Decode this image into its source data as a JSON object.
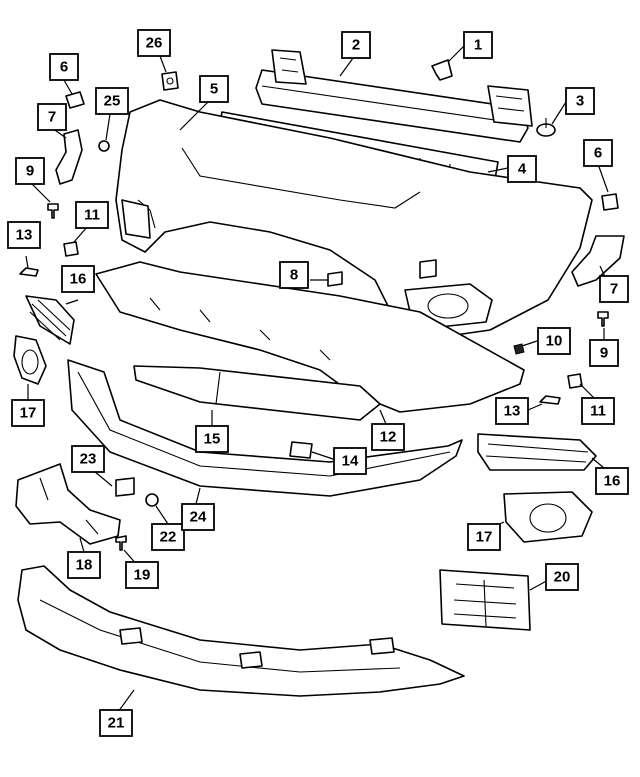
{
  "diagram": {
    "callouts": [
      {
        "number": "1"
      },
      {
        "number": "2"
      },
      {
        "number": "3"
      },
      {
        "number": "4"
      },
      {
        "number": "5"
      },
      {
        "number": "6"
      },
      {
        "number": "6"
      },
      {
        "number": "7"
      },
      {
        "number": "7"
      },
      {
        "number": "8"
      },
      {
        "number": "9"
      },
      {
        "number": "9"
      },
      {
        "number": "10"
      },
      {
        "number": "11"
      },
      {
        "number": "11"
      },
      {
        "number": "12"
      },
      {
        "number": "13"
      },
      {
        "number": "13"
      },
      {
        "number": "14"
      },
      {
        "number": "15"
      },
      {
        "number": "16"
      },
      {
        "number": "16"
      },
      {
        "number": "17"
      },
      {
        "number": "17"
      },
      {
        "number": "18"
      },
      {
        "number": "19"
      },
      {
        "number": "20"
      },
      {
        "number": "21"
      },
      {
        "number": "22"
      },
      {
        "number": "23"
      },
      {
        "number": "24"
      },
      {
        "number": "25"
      },
      {
        "number": "26"
      }
    ]
  }
}
